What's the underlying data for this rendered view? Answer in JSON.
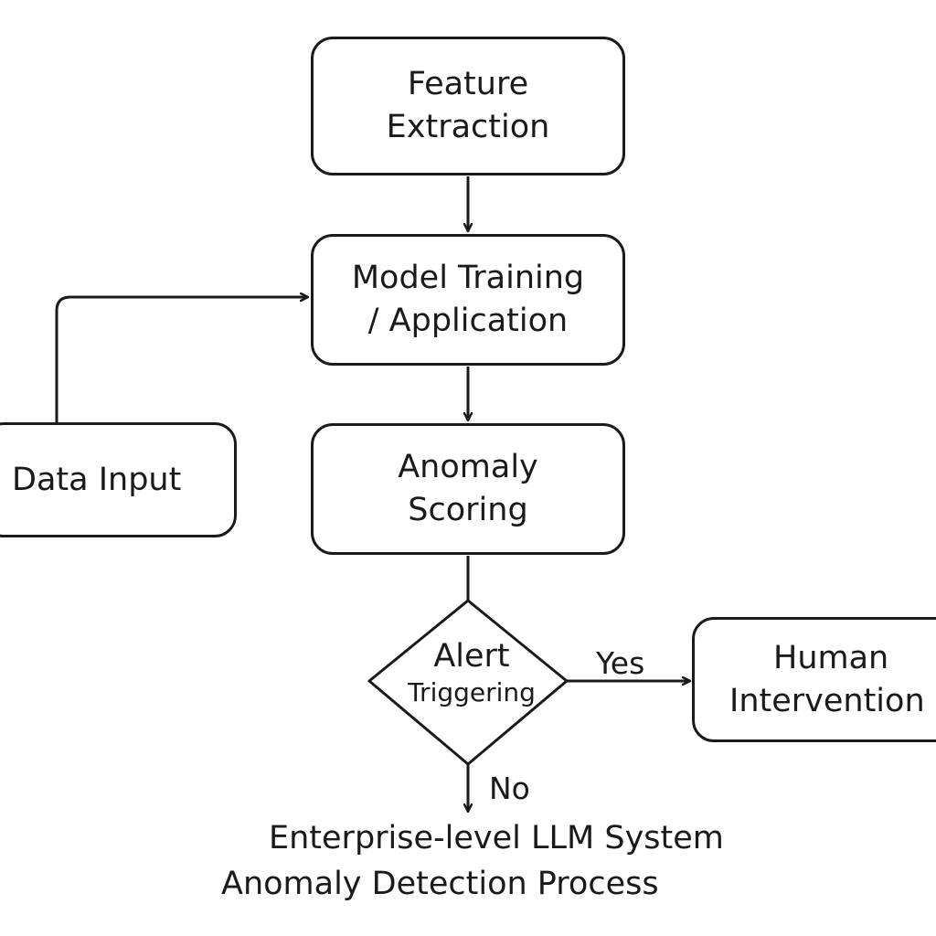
{
  "nodes": {
    "feature_extraction": {
      "lines": [
        "Feature",
        "Extraction"
      ]
    },
    "model_training": {
      "lines": [
        "Model Training",
        "/ Application"
      ]
    },
    "anomaly_scoring": {
      "lines": [
        "Anomaly",
        "Scoring"
      ]
    },
    "data_input": {
      "lines": [
        "Data Input"
      ]
    },
    "alert_triggering": {
      "lines": [
        "Alert",
        "Triggering"
      ]
    },
    "human_intervention": {
      "lines": [
        "Human",
        "Intervention"
      ]
    }
  },
  "edges": {
    "yes_label": "Yes",
    "no_label": "No"
  },
  "caption": {
    "line1": "Enterprise-level LLM System",
    "line2": "Anomaly Detection Process"
  },
  "colors": {
    "stroke": "#1a1a1a",
    "background": "#ffffff"
  }
}
